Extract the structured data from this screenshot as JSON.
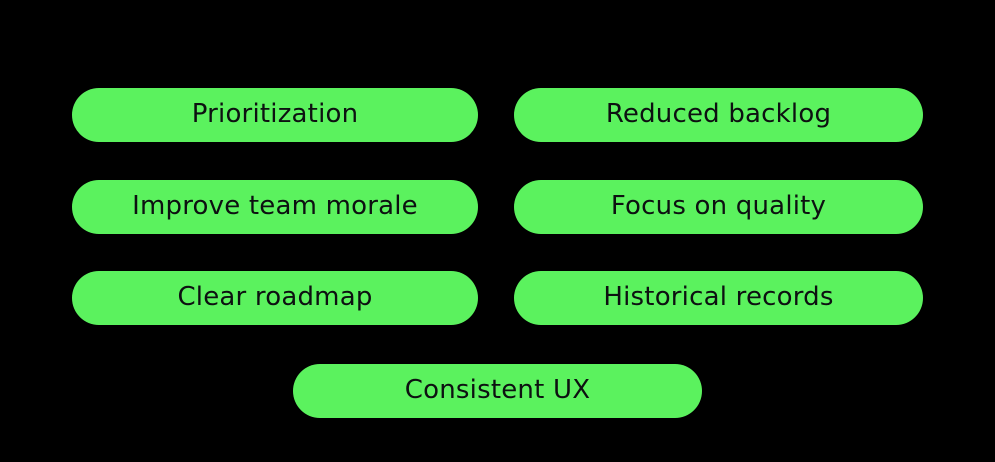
{
  "canvas": {
    "background_color": "#000000",
    "pill_color": "#5BF25E",
    "pill_text_color": "#0D1111"
  },
  "pills": [
    {
      "label": "Prioritization"
    },
    {
      "label": "Reduced backlog"
    },
    {
      "label": "Improve team morale"
    },
    {
      "label": "Focus on quality"
    },
    {
      "label": "Clear roadmap"
    },
    {
      "label": "Historical records"
    },
    {
      "label": "Consistent UX"
    }
  ]
}
